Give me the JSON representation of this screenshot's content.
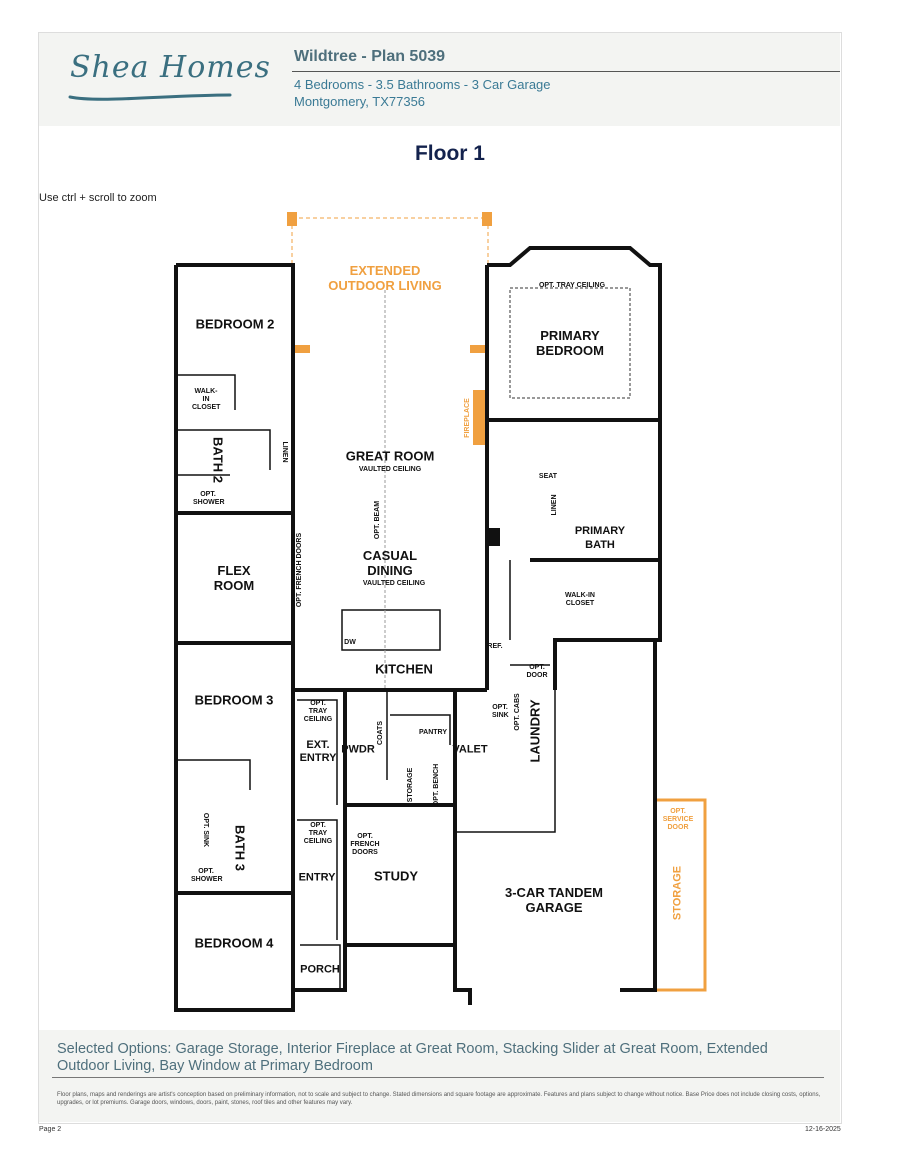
{
  "header": {
    "brand": "Shea Homes",
    "title": "Wildtree - Plan 5039",
    "specs": "4 Bedrooms - 3.5 Bathrooms - 3 Car Garage",
    "location": "Montgomery, TX77356"
  },
  "floor_title": "Floor 1",
  "hint": "Use ctrl + scroll to zoom",
  "rooms": [
    "BEDROOM 2",
    "WALK-IN CLOSET",
    "BATH 2",
    "OPT. SHOWER",
    "LINEN",
    "FLEX ROOM",
    "OPT. FRENCH DOORS",
    "BEDROOM 3",
    "BATH 3",
    "OPT. SINK",
    "OPT. SHOWER",
    "BEDROOM 4",
    "EXTENDED OUTDOOR LIVING",
    "GREAT ROOM",
    "VAULTED CEILING",
    "OPT. BEAM",
    "CASUAL DINING",
    "VAULTED CEILING",
    "KITCHEN",
    "DW",
    "OPT. TRAY CEILING",
    "EXT. ENTRY",
    "COATS",
    "PANTRY",
    "VALET",
    "PWDR",
    "STORAGE",
    "OPT. BENCH",
    "OPT. TRAY CEILING",
    "ENTRY",
    "OPT. FRENCH DOORS",
    "STUDY",
    "PORCH",
    "OPT. TRAY CEILING",
    "PRIMARY BEDROOM",
    "FIREPLACE",
    "SEAT",
    "LINEN",
    "PRIMARY BATH",
    "WALK-IN CLOSET",
    "REF.",
    "OPT. DOOR",
    "OPT. SINK",
    "OPT. CABS",
    "LAUNDRY",
    "OPT. SERVICE DOOR",
    "3-CAR TANDEM GARAGE",
    "STORAGE"
  ],
  "colors": {
    "option": "#f0a040",
    "brand": "#3a6f80"
  },
  "footer": {
    "selected_options": "Selected Options: Garage Storage, Interior Fireplace at Great Room, Stacking Slider at Great Room, Extended Outdoor Living, Bay Window at Primary Bedroom",
    "disclaimer": "Floor plans, maps and renderings are artist's conception based on preliminary information, not to scale and subject to change. Stated dimensions and square footage are approximate. Features and plans subject to change without notice. Base Price does not include closing costs, options, upgrades, or lot premiums. Garage doors, windows, doors, paint, stones, roof tiles and other features may vary.",
    "page": "Page 2",
    "date": "12-16-2025"
  }
}
